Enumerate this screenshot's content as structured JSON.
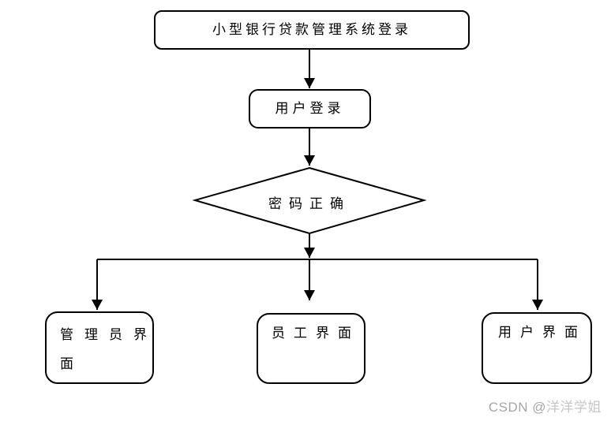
{
  "page": {
    "background_color": "#ffffff",
    "stroke_color": "#000000",
    "node_fill_color": "#ffffff"
  },
  "flowchart": {
    "nodes": [
      {
        "id": "system-login-title",
        "type": "rounded-rect",
        "label": "小型银行贷款管理系统登录"
      },
      {
        "id": "user-login",
        "type": "rounded-rect",
        "label": "用户登录"
      },
      {
        "id": "password-correct",
        "type": "decision-diamond",
        "label": "密码正确"
      },
      {
        "id": "admin-interface",
        "type": "rounded-rect",
        "label": "管理员界面"
      },
      {
        "id": "staff-interface",
        "type": "rounded-rect",
        "label": "员工界面"
      },
      {
        "id": "user-interface",
        "type": "rounded-rect",
        "label": "用户界面"
      }
    ],
    "edges": [
      {
        "from": "system-login-title",
        "to": "user-login"
      },
      {
        "from": "user-login",
        "to": "password-correct"
      },
      {
        "from": "password-correct",
        "to": "admin-interface"
      },
      {
        "from": "password-correct",
        "to": "staff-interface"
      },
      {
        "from": "password-correct",
        "to": "user-interface"
      }
    ]
  },
  "watermark": {
    "prefix": "CSDN @",
    "name": "洋洋学姐",
    "prefix_color": "#a6a6a6",
    "name_color": "#c6c6c6"
  }
}
